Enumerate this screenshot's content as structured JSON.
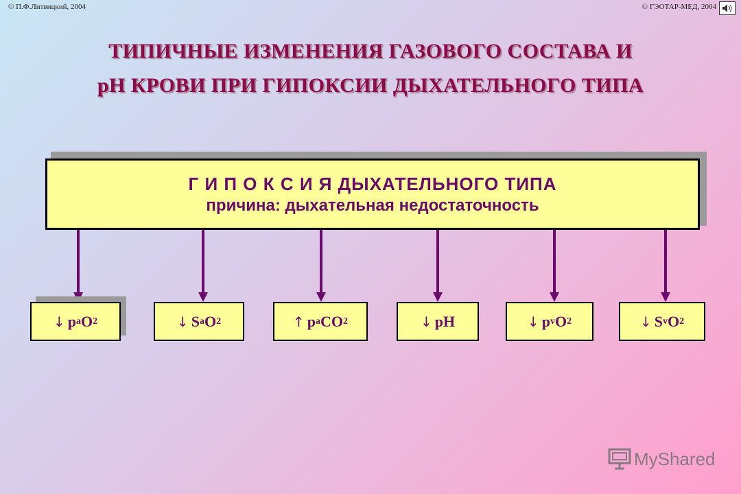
{
  "header": {
    "copyright_left": "© П.Ф.Литвицкий, 2004",
    "copyright_right": "© ГЭОТАР-МЕД, 2004"
  },
  "title": {
    "line1": "ТИПИЧНЫЕ  ИЗМЕНЕНИЯ ГАЗОВОГО СОСТАВА  И",
    "line2": "рН КРОВИ ПРИ  ГИПОКСИИ  ДЫХАТЕЛЬНОГО  ТИПА"
  },
  "main_box": {
    "line1": "Г И П О К С И Я   ДЫХАТЕЛЬНОГО  ТИПА",
    "line2": "причина: дыхательная недостаточность"
  },
  "params": [
    {
      "arrow": "↓",
      "base": "p",
      "sub1": "a",
      "base2": " O",
      "sub2": "2"
    },
    {
      "arrow": "↓",
      "base": "S",
      "sub1": "a",
      "base2": "O",
      "sub2": "2"
    },
    {
      "arrow": "↑",
      "base": "p",
      "sub1": "a",
      "base2": "CO",
      "sub2": "2"
    },
    {
      "arrow": "↓",
      "base": "pH",
      "sub1": "",
      "base2": "",
      "sub2": ""
    },
    {
      "arrow": "↓",
      "base": "p",
      "sub1": "v",
      "base2": "O",
      "sub2": "2"
    },
    {
      "arrow": "↓",
      "base": "S",
      "sub1": "v",
      "base2": "O",
      "sub2": "2"
    }
  ],
  "watermark": "MyShared",
  "colors": {
    "title": "#8b0a4a",
    "box_fill": "#ffff99",
    "text": "#6a0a6a",
    "arrow": "#6a0a6a"
  }
}
